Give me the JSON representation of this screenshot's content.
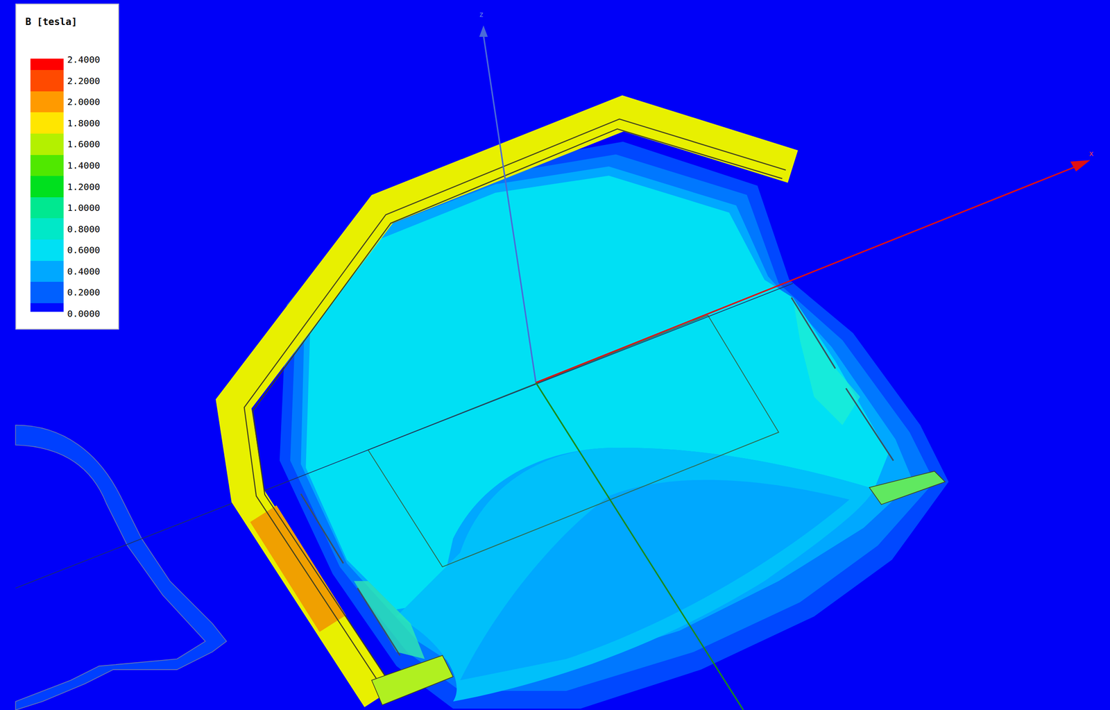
{
  "diagram": {
    "labels": [
      "B [tesla]",
      "z",
      "x"
    ],
    "legend": [
      {
        "text": "2.4000",
        "color": "#ff0000"
      },
      {
        "text": "2.2000",
        "color": "#ff4a00"
      },
      {
        "text": "2.0000",
        "color": "#ff9a00"
      },
      {
        "text": "1.8000",
        "color": "#ffe600"
      },
      {
        "text": "1.6000",
        "color": "#b4f000"
      },
      {
        "text": "1.4000",
        "color": "#50e800"
      },
      {
        "text": "1.2000",
        "color": "#00e01e"
      },
      {
        "text": "1.0000",
        "color": "#00e890"
      },
      {
        "text": "0.8000",
        "color": "#00e8c8"
      },
      {
        "text": "0.6000",
        "color": "#00e0f4"
      },
      {
        "text": "0.4000",
        "color": "#00a8ff"
      },
      {
        "text": "0.2000",
        "color": "#0060ff"
      },
      {
        "text": "0.0000",
        "color": "#0008ff"
      }
    ]
  }
}
